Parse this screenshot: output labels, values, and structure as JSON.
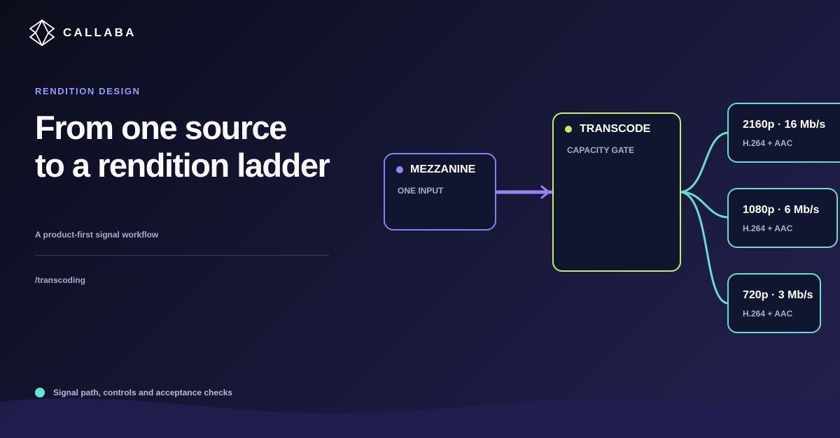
{
  "brand": {
    "name": "CALLABA",
    "logo": "callaba-diamond-logo"
  },
  "hero": {
    "eyebrow": "RENDITION DESIGN",
    "headline": [
      "From one source",
      "to a rendition ladder"
    ],
    "subtitle": "A product-first signal workflow",
    "path": "/transcoding"
  },
  "footer": {
    "note": "Signal path, controls and acceptance checks"
  },
  "diagram": {
    "input": {
      "title": "MEZZANINE",
      "subtitle": "ONE INPUT",
      "color": "#8b7df2"
    },
    "transcode": {
      "title": "TRANSCODE",
      "subtitle": "CAPACITY GATE",
      "color": "#c6ec6a"
    },
    "renditions": [
      {
        "title": "2160p · 16 Mb/s",
        "subtitle": "H.264 + AAC"
      },
      {
        "title": "1080p · 6 Mb/s",
        "subtitle": "H.264 + AAC"
      },
      {
        "title": "720p · 3 Mb/s",
        "subtitle": "H.264 + AAC"
      }
    ],
    "rendition_color": "#66ddd0"
  },
  "colors": {
    "accent_text": "#9b9cff",
    "teal": "#62e6cf",
    "lime": "#c6ec6a",
    "violet": "#8b7df2"
  }
}
